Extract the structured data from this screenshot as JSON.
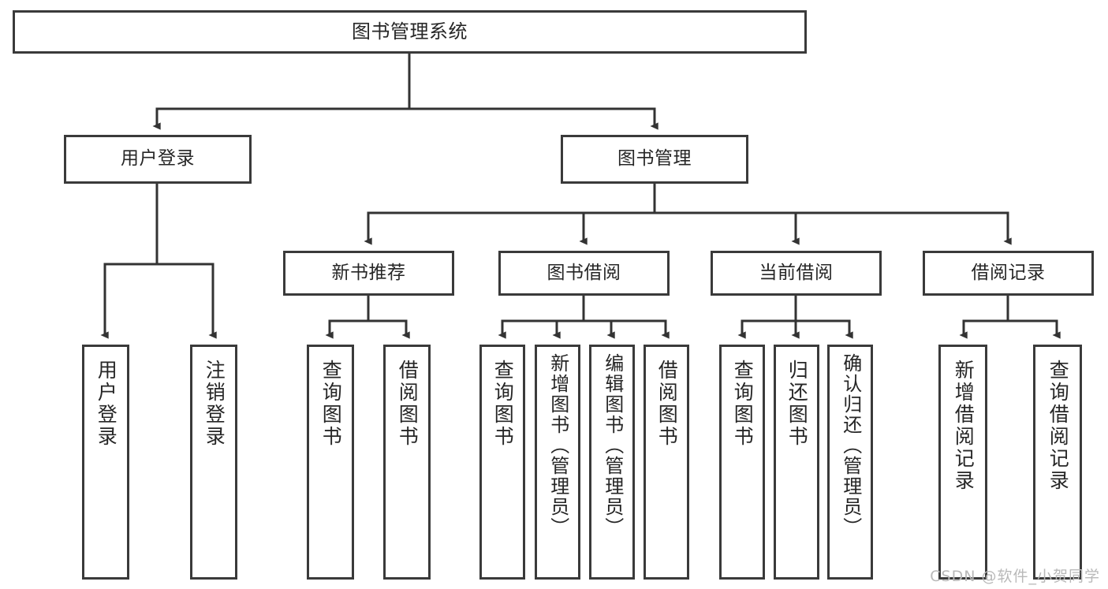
{
  "diagram": {
    "type": "tree",
    "title": "图书管理系统",
    "watermark": "CSDN @软件_小贺同学",
    "colors": {
      "box_border": "#3a3a3a",
      "box_fill": "#ffffff",
      "connector": "#333333",
      "text": "#262626",
      "watermark": "#b9b9b9",
      "background": "#ffffff"
    },
    "levels": {
      "root": "图书管理系统",
      "level2": [
        "用户登录",
        "图书管理"
      ],
      "level3": [
        "新书推荐",
        "图书借阅",
        "当前借阅",
        "借阅记录"
      ]
    },
    "nodes": {
      "root": {
        "label": "图书管理系统"
      },
      "user_login": {
        "label": "用户登录"
      },
      "book_manage": {
        "label": "图书管理"
      },
      "new_book_rec": {
        "label": "新书推荐"
      },
      "book_borrow": {
        "label": "图书借阅"
      },
      "current_borrow": {
        "label": "当前借阅"
      },
      "borrow_record": {
        "label": "借阅记录"
      }
    },
    "leaves": {
      "user_login": [
        {
          "label": "用户登录"
        },
        {
          "label": "注销登录"
        }
      ],
      "new_book_rec": [
        {
          "label": "查询图书"
        },
        {
          "label": "借阅图书"
        }
      ],
      "book_borrow": [
        {
          "label": "查询图书"
        },
        {
          "label": "新增图书（管理员）"
        },
        {
          "label": "编辑图书（管理员）"
        },
        {
          "label": "借阅图书"
        }
      ],
      "current_borrow": [
        {
          "label": "查询图书"
        },
        {
          "label": "归还图书"
        },
        {
          "label": "确认归还（管理员）"
        }
      ],
      "borrow_record": [
        {
          "label": "新增借阅记录"
        },
        {
          "label": "查询借阅记录"
        }
      ]
    }
  }
}
